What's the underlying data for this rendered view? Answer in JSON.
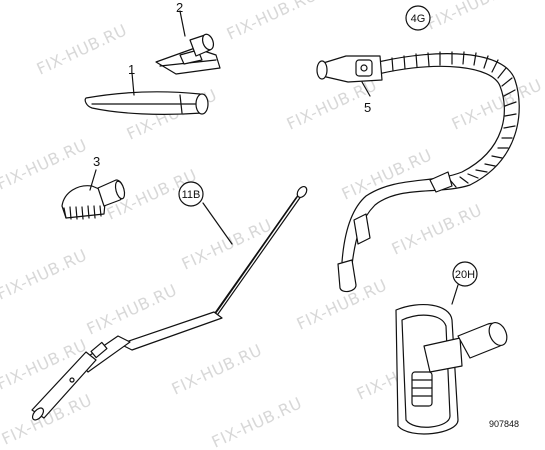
{
  "watermark_text": "FIX-HUB.RU",
  "drawing_code": "907848",
  "parts": {
    "p1": {
      "label": "1",
      "name": "crevice nozzle"
    },
    "p2": {
      "label": "2",
      "name": "upholstery nozzle"
    },
    "p3": {
      "label": "3",
      "name": "dusting brush"
    },
    "p4g": {
      "label": "4G",
      "name": "suction hose"
    },
    "p5": {
      "label": "5",
      "name": "hose coupling"
    },
    "p11b": {
      "label": "11B",
      "name": "extension tube"
    },
    "p20h": {
      "label": "20H",
      "name": "floor nozzle"
    }
  }
}
